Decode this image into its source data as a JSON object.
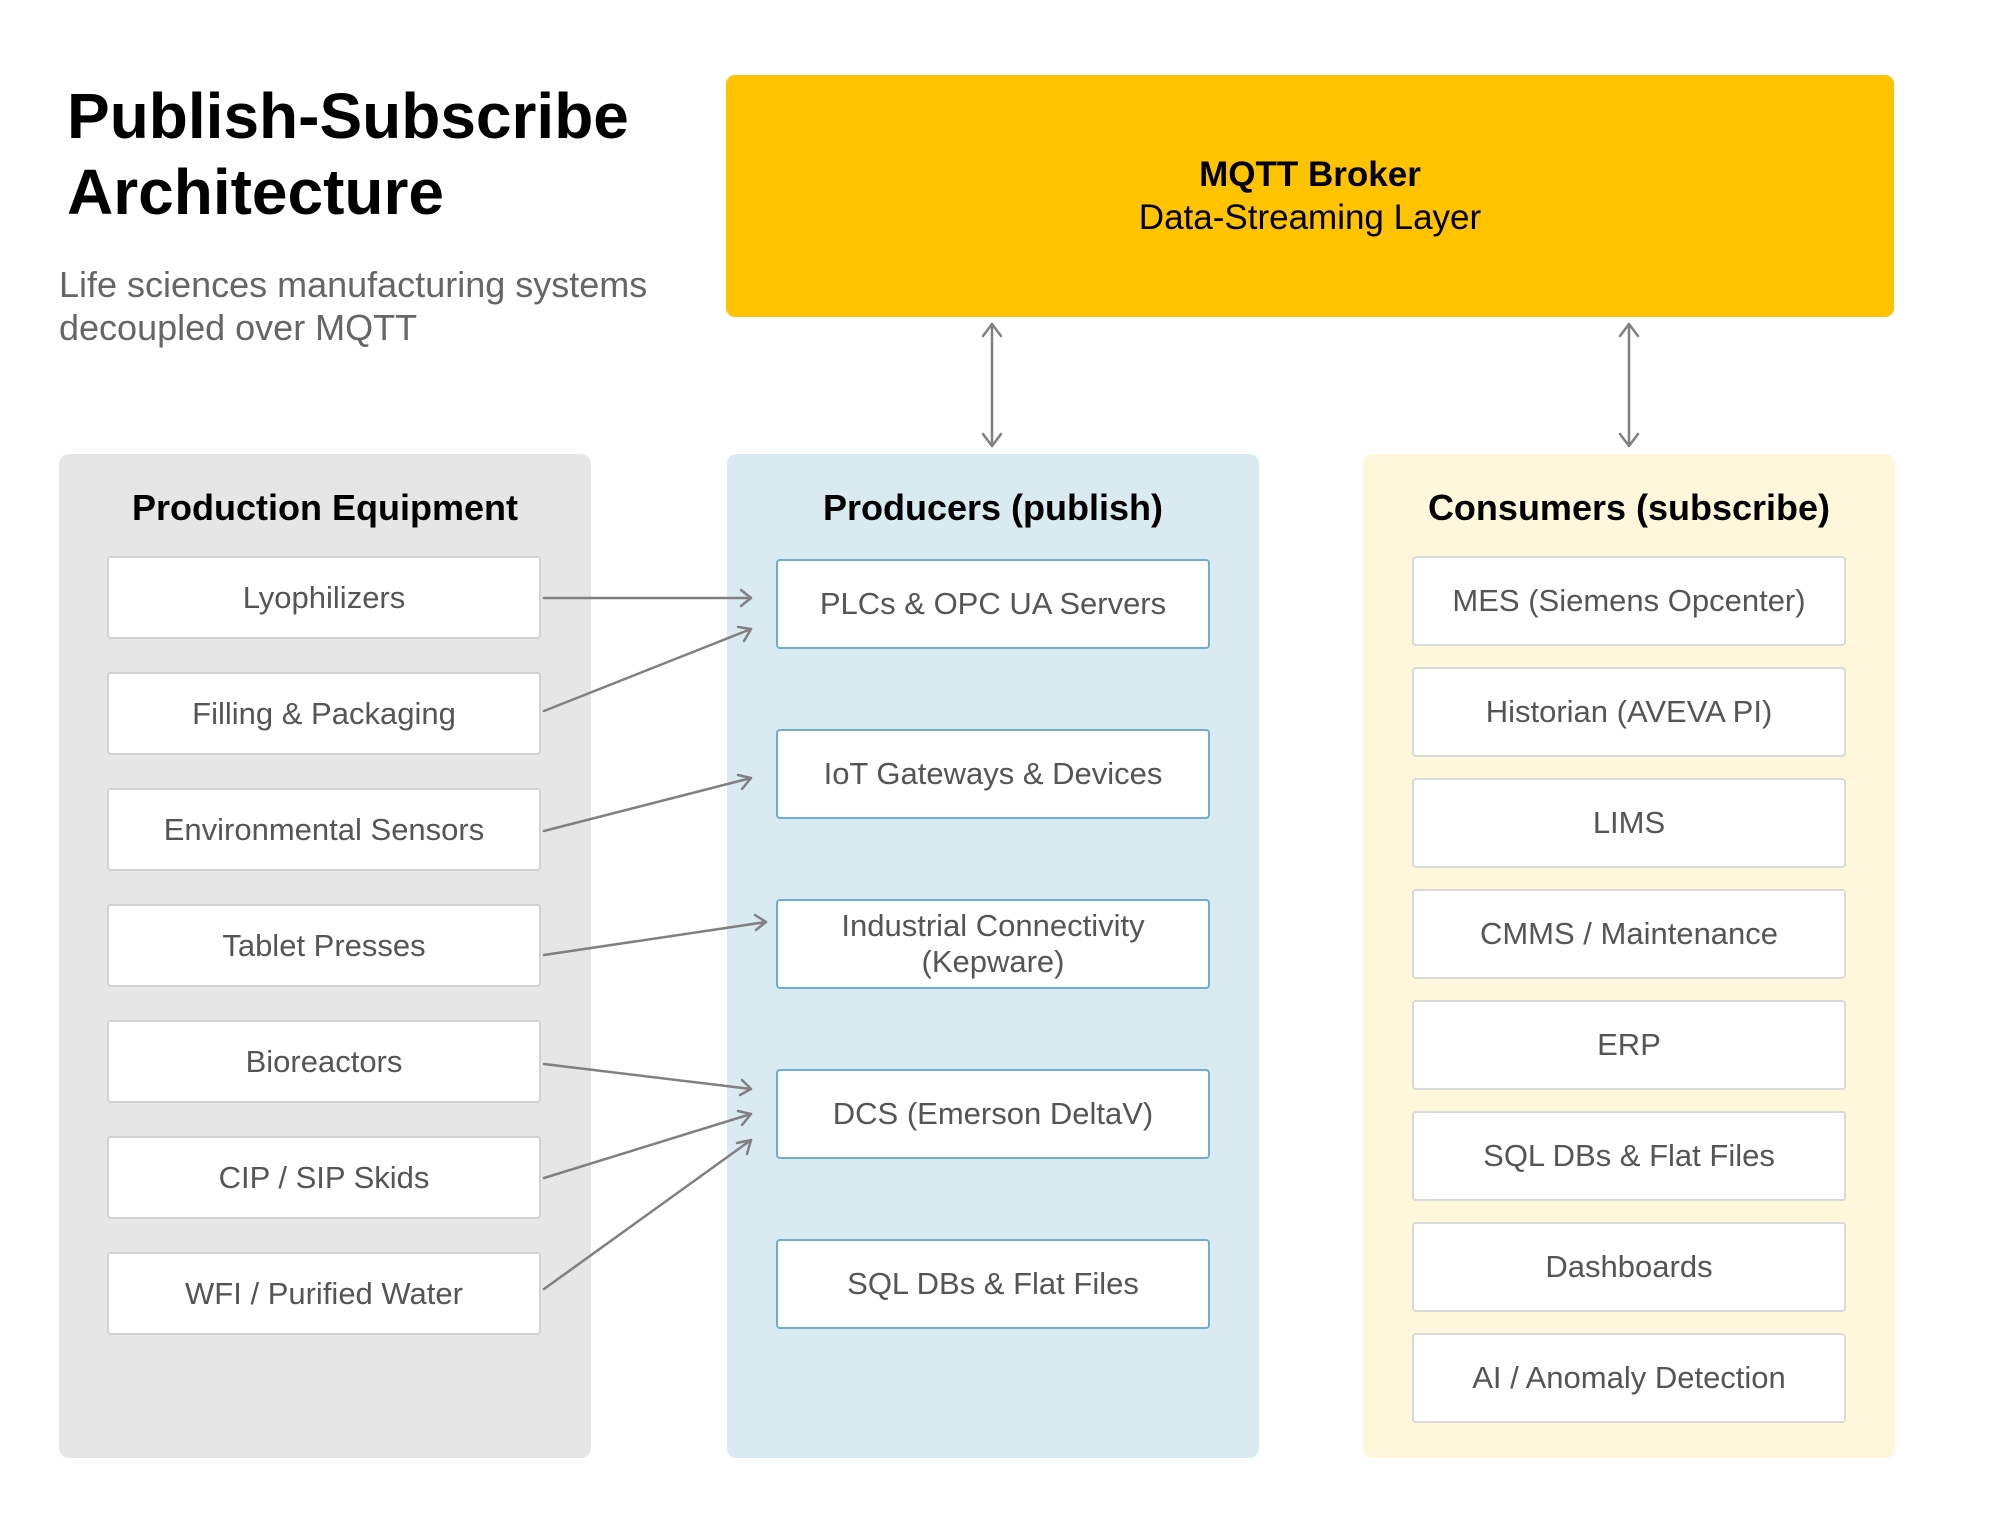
{
  "title_lines": [
    "Publish-Subscribe",
    "Architecture"
  ],
  "subtitle_lines": [
    "Life sciences manufacturing systems",
    "decoupled over MQTT"
  ],
  "broker": {
    "title": "MQTT Broker",
    "subtitle": "Data-Streaming Layer"
  },
  "equipment": {
    "header": "Production Equipment",
    "items": [
      "Lyophilizers",
      "Filling & Packaging",
      "Environmental Sensors",
      "Tablet Presses",
      "Bioreactors",
      "CIP / SIP Skids",
      "WFI / Purified Water"
    ]
  },
  "producers": {
    "header": "Producers (publish)",
    "items": [
      "PLCs & OPC UA Servers",
      "IoT Gateways & Devices",
      "Industrial Connectivity\n(Kepware)",
      "DCS (Emerson DeltaV)",
      "SQL DBs & Flat Files"
    ]
  },
  "consumers": {
    "header": "Consumers (subscribe)",
    "items": [
      "MES (Siemens Opcenter)",
      "Historian (AVEVA PI)",
      "LIMS",
      "CMMS / Maintenance",
      "ERP",
      "SQL DBs & Flat Files",
      "Dashboards",
      "AI / Anomaly Detection"
    ]
  },
  "colors": {
    "broker": "#FFC300",
    "equipment_panel": "#E6E6E6",
    "producers_panel": "#DAEAF1",
    "consumers_panel": "#FFF7DC",
    "producer_border": "#6FAFC9",
    "arrow": "#808080"
  }
}
